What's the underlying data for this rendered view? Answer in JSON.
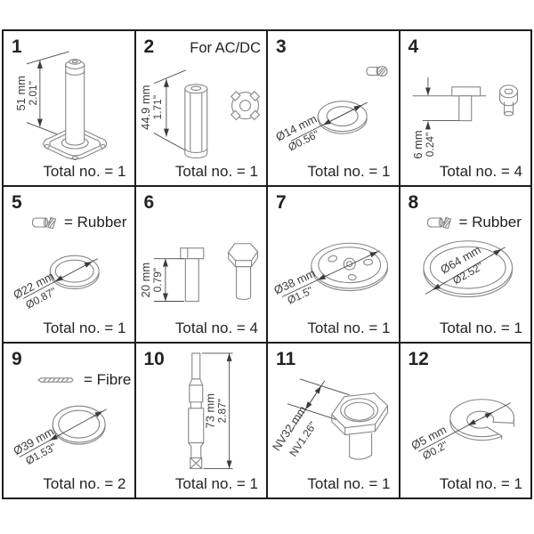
{
  "page": {
    "background": "#ffffff",
    "border_color": "#1d1d1f",
    "part_line_color": "#85868a",
    "dimension_color": "#3a3b3d",
    "text_color": "#232325"
  },
  "panels": [
    {
      "num": "1",
      "dim_mm": "51 mm",
      "dim_in": "2.01\"",
      "total": "Total no. = 1"
    },
    {
      "num": "2",
      "note": "For AC/DC",
      "dim_mm": "44.9 mm",
      "dim_in": "1.71\"",
      "total": "Total no. = 1"
    },
    {
      "num": "3",
      "icon": "rubber-icon",
      "dim_mm": "Ø14 mm",
      "dim_in": "Ø0.56\"",
      "total": "Total no. = 1"
    },
    {
      "num": "4",
      "dim_mm": "6 mm",
      "dim_in": "0.24\"",
      "total": "Total no. = 4"
    },
    {
      "num": "5",
      "legend": "= Rubber",
      "icon": "rubber-icon",
      "dim_mm": "Ø22 mm",
      "dim_in": "Ø0.87\"",
      "total": "Total no. = 1"
    },
    {
      "num": "6",
      "dim_mm": "20 mm",
      "dim_in": "0.79\"",
      "total": "Total no. = 4"
    },
    {
      "num": "7",
      "dim_mm": "Ø38 mm",
      "dim_in": "Ø1.5\"",
      "total": "Total no. = 1"
    },
    {
      "num": "8",
      "legend": "= Rubber",
      "icon": "rubber-icon",
      "dim_mm": "Ø64 mm",
      "dim_in": "Ø2.52\"",
      "total": "Total no. = 1"
    },
    {
      "num": "9",
      "legend": "= Fibre",
      "icon": "fibre-icon",
      "dim_mm": "Ø39 mm",
      "dim_in": "Ø1.53\"",
      "total": "Total no. = 2"
    },
    {
      "num": "10",
      "dim_mm": "73 mm",
      "dim_in": "2.87\"",
      "total": "Total no. = 1"
    },
    {
      "num": "11",
      "dim_mm": "NV32 mm",
      "dim_in": "NV1.26\"",
      "total": "Total no. = 1"
    },
    {
      "num": "12",
      "dim_mm": "Ø5 mm",
      "dim_in": "Ø0.2\"",
      "total": "Total no. = 1"
    }
  ]
}
